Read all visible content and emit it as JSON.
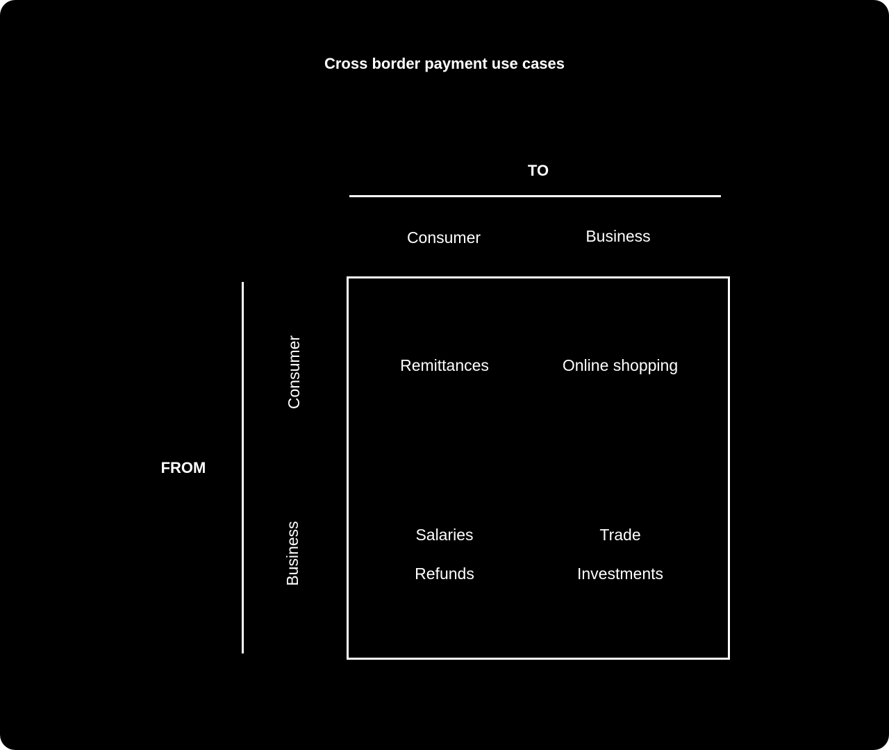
{
  "title": "Cross border payment use cases",
  "axes": {
    "to": {
      "label": "TO",
      "columns": [
        "Consumer",
        "Business"
      ]
    },
    "from": {
      "label": "FROM",
      "rows": [
        "Consumer",
        "Business"
      ]
    }
  },
  "cells": {
    "consumer_to_consumer": [
      "Remittances"
    ],
    "consumer_to_business": [
      "Online shopping"
    ],
    "business_to_consumer": [
      "Salaries",
      "Refunds"
    ],
    "business_to_business": [
      "Trade",
      "Investments"
    ]
  },
  "colors": {
    "background": "#000000",
    "foreground": "#ffffff"
  }
}
